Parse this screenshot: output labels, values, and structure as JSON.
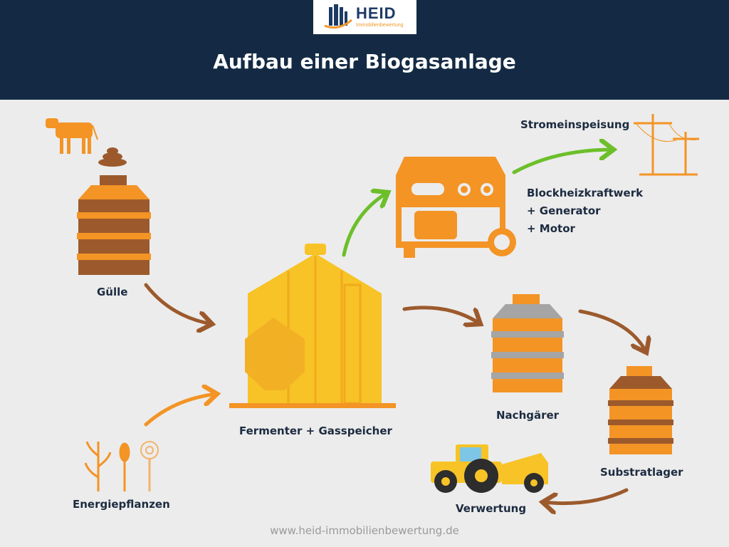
{
  "logo": {
    "name": "HEID",
    "subtitle": "Immobilienbewertung"
  },
  "title": "Aufbau einer Biogasanlage",
  "labels": {
    "guelle": "Gülle",
    "energiepflanzen": "Energiepflanzen",
    "fermenter": "Fermenter + Gasspeicher",
    "stromeinspeisung": "Stromeinspeisung",
    "bhkw": [
      "Blockheizkraftwerk",
      "+ Generator",
      "+ Motor"
    ],
    "nachgaerer": "Nachgärer",
    "substratlager": "Substratlager",
    "verwertung": "Verwertung"
  },
  "footer": "www.heid-immobilienbewertung.de",
  "colors": {
    "header": "#142a44",
    "orange": "#f39425",
    "brown": "#9c5a2c",
    "green": "#6cbf2a",
    "yellow": "#f7c326",
    "background": "#ececec"
  }
}
